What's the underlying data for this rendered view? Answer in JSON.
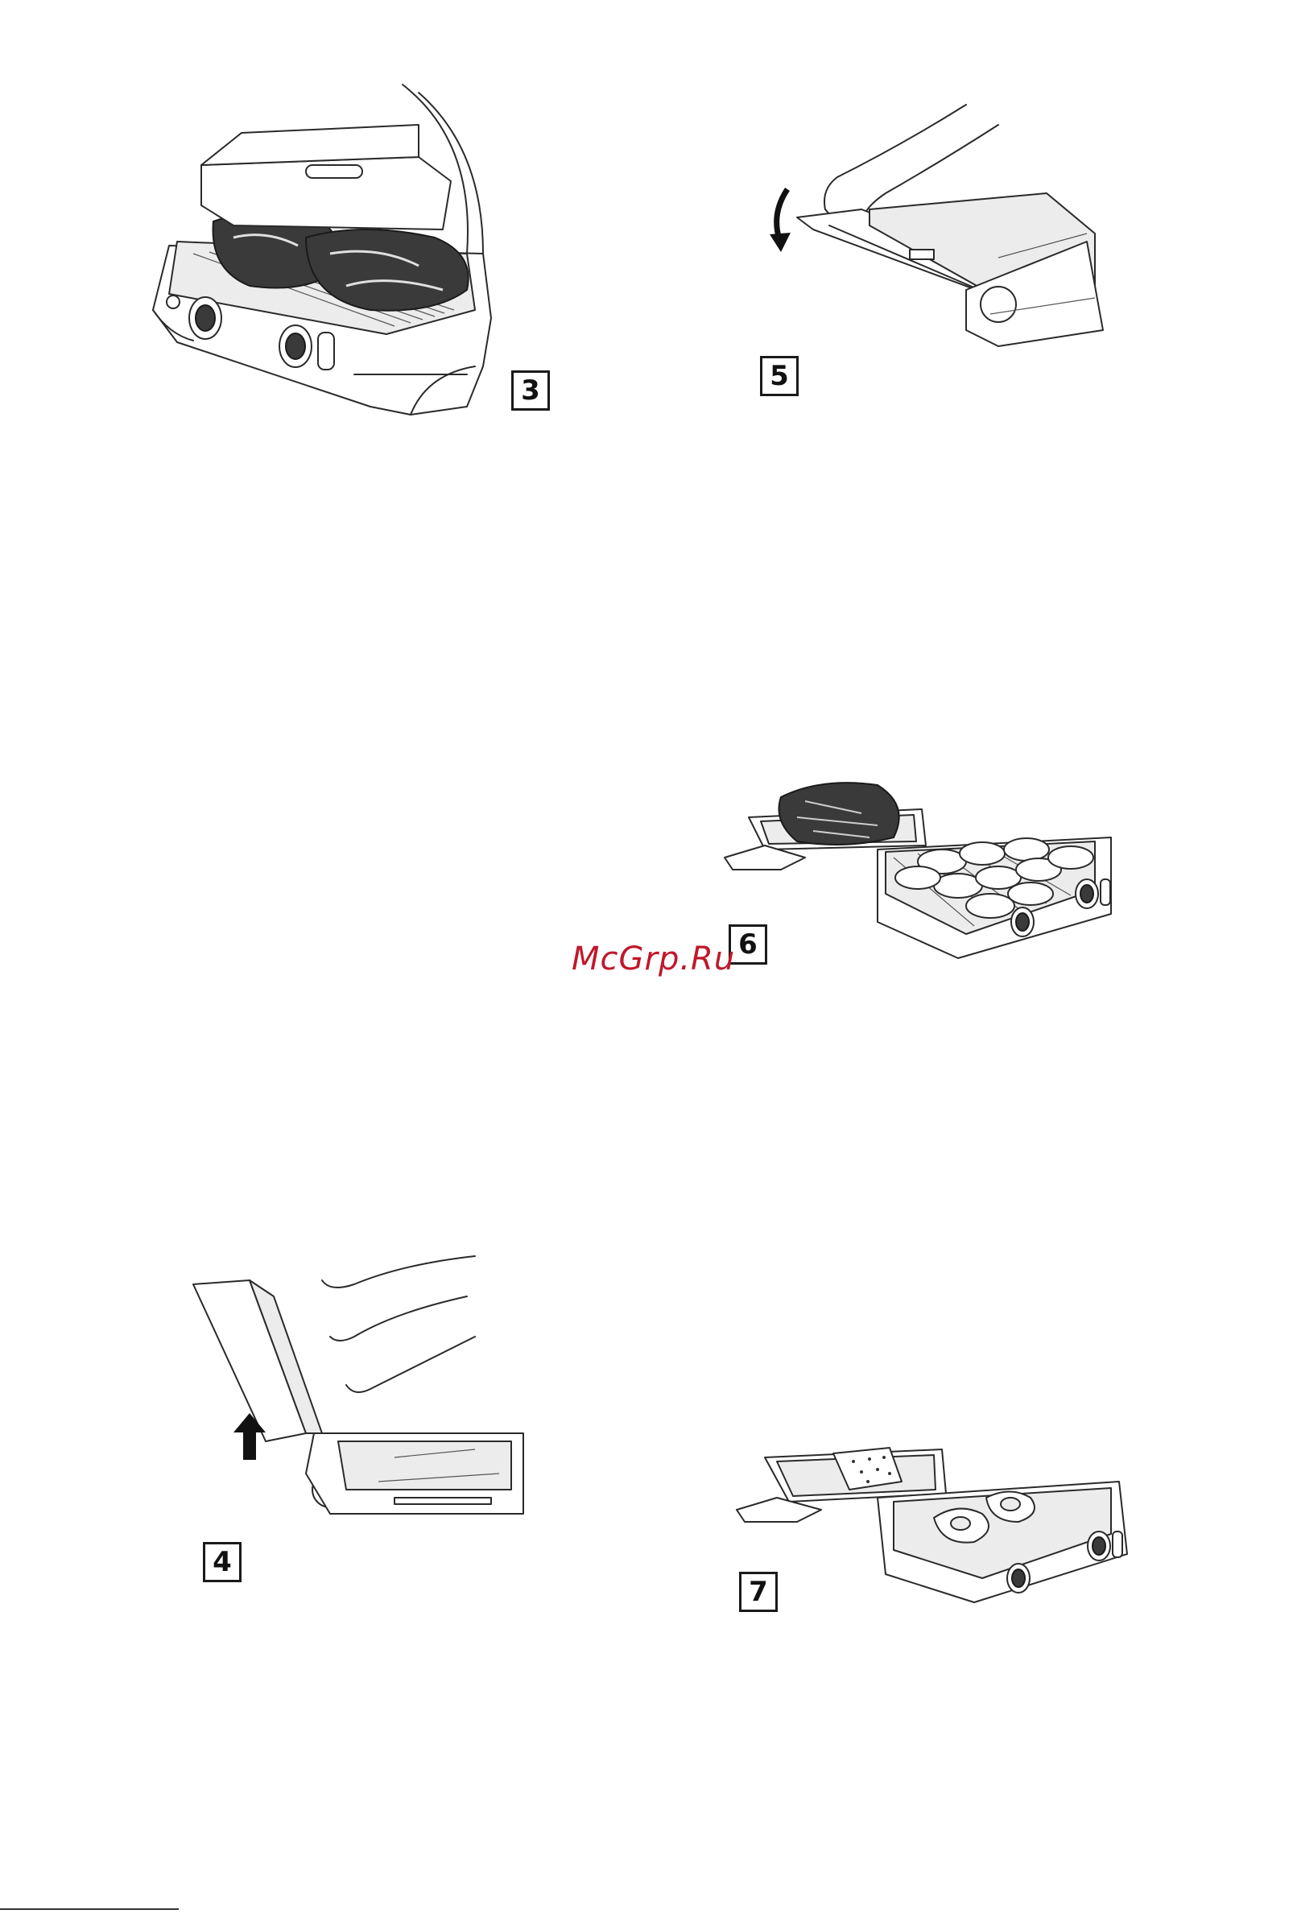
{
  "figures": [
    {
      "id": "fig-3",
      "label": "3"
    },
    {
      "id": "fig-5",
      "label": "5"
    },
    {
      "id": "fig-6",
      "label": "6"
    },
    {
      "id": "fig-4",
      "label": "4"
    },
    {
      "id": "fig-7",
      "label": "7"
    }
  ],
  "watermark": "McGrp.Ru",
  "icons": [
    "down-arrow-icon",
    "up-arrow-icon"
  ]
}
